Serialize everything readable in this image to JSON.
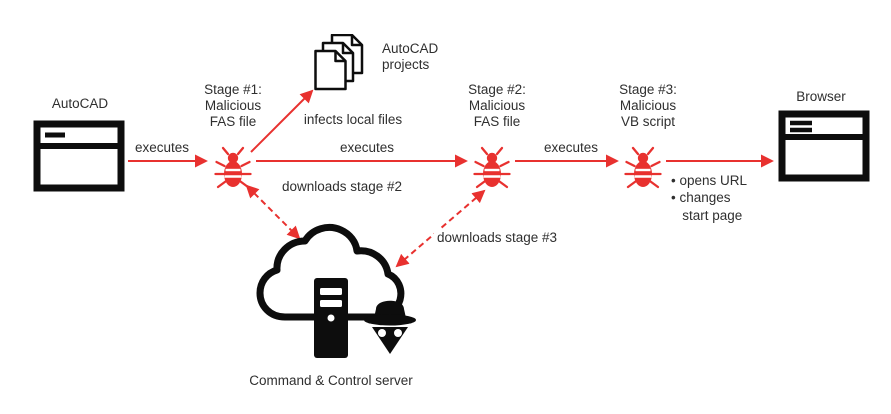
{
  "colors": {
    "accent": "#e8312f",
    "ink": "#0d0d0d",
    "text": "#2f2f2f"
  },
  "nodes": {
    "autocad": {
      "label": "AutoCAD"
    },
    "stage1": {
      "caption": "Stage #1:\nMalicious\nFAS file"
    },
    "projects": {
      "label": "AutoCAD\nprojects"
    },
    "stage2": {
      "caption": "Stage #2:\nMalicious\nFAS file"
    },
    "stage3": {
      "caption": "Stage #3:\nMalicious\nVB script"
    },
    "browser": {
      "label": "Browser",
      "effects": "• opens URL\n• changes\n   start page"
    },
    "c2server": {
      "label": "Command & Control server"
    }
  },
  "edges": {
    "executes": "executes",
    "infects": "infects local files",
    "download_stage2": "downloads stage #2",
    "download_stage3": "downloads stage #3"
  },
  "icons": {
    "autocad": "app-window-icon",
    "stage1": "bug-icon",
    "stage2": "bug-icon",
    "stage3": "bug-icon",
    "projects": "documents-stack-icon",
    "browser": "browser-window-icon",
    "c2server": "cloud-server-hacker-icon"
  }
}
